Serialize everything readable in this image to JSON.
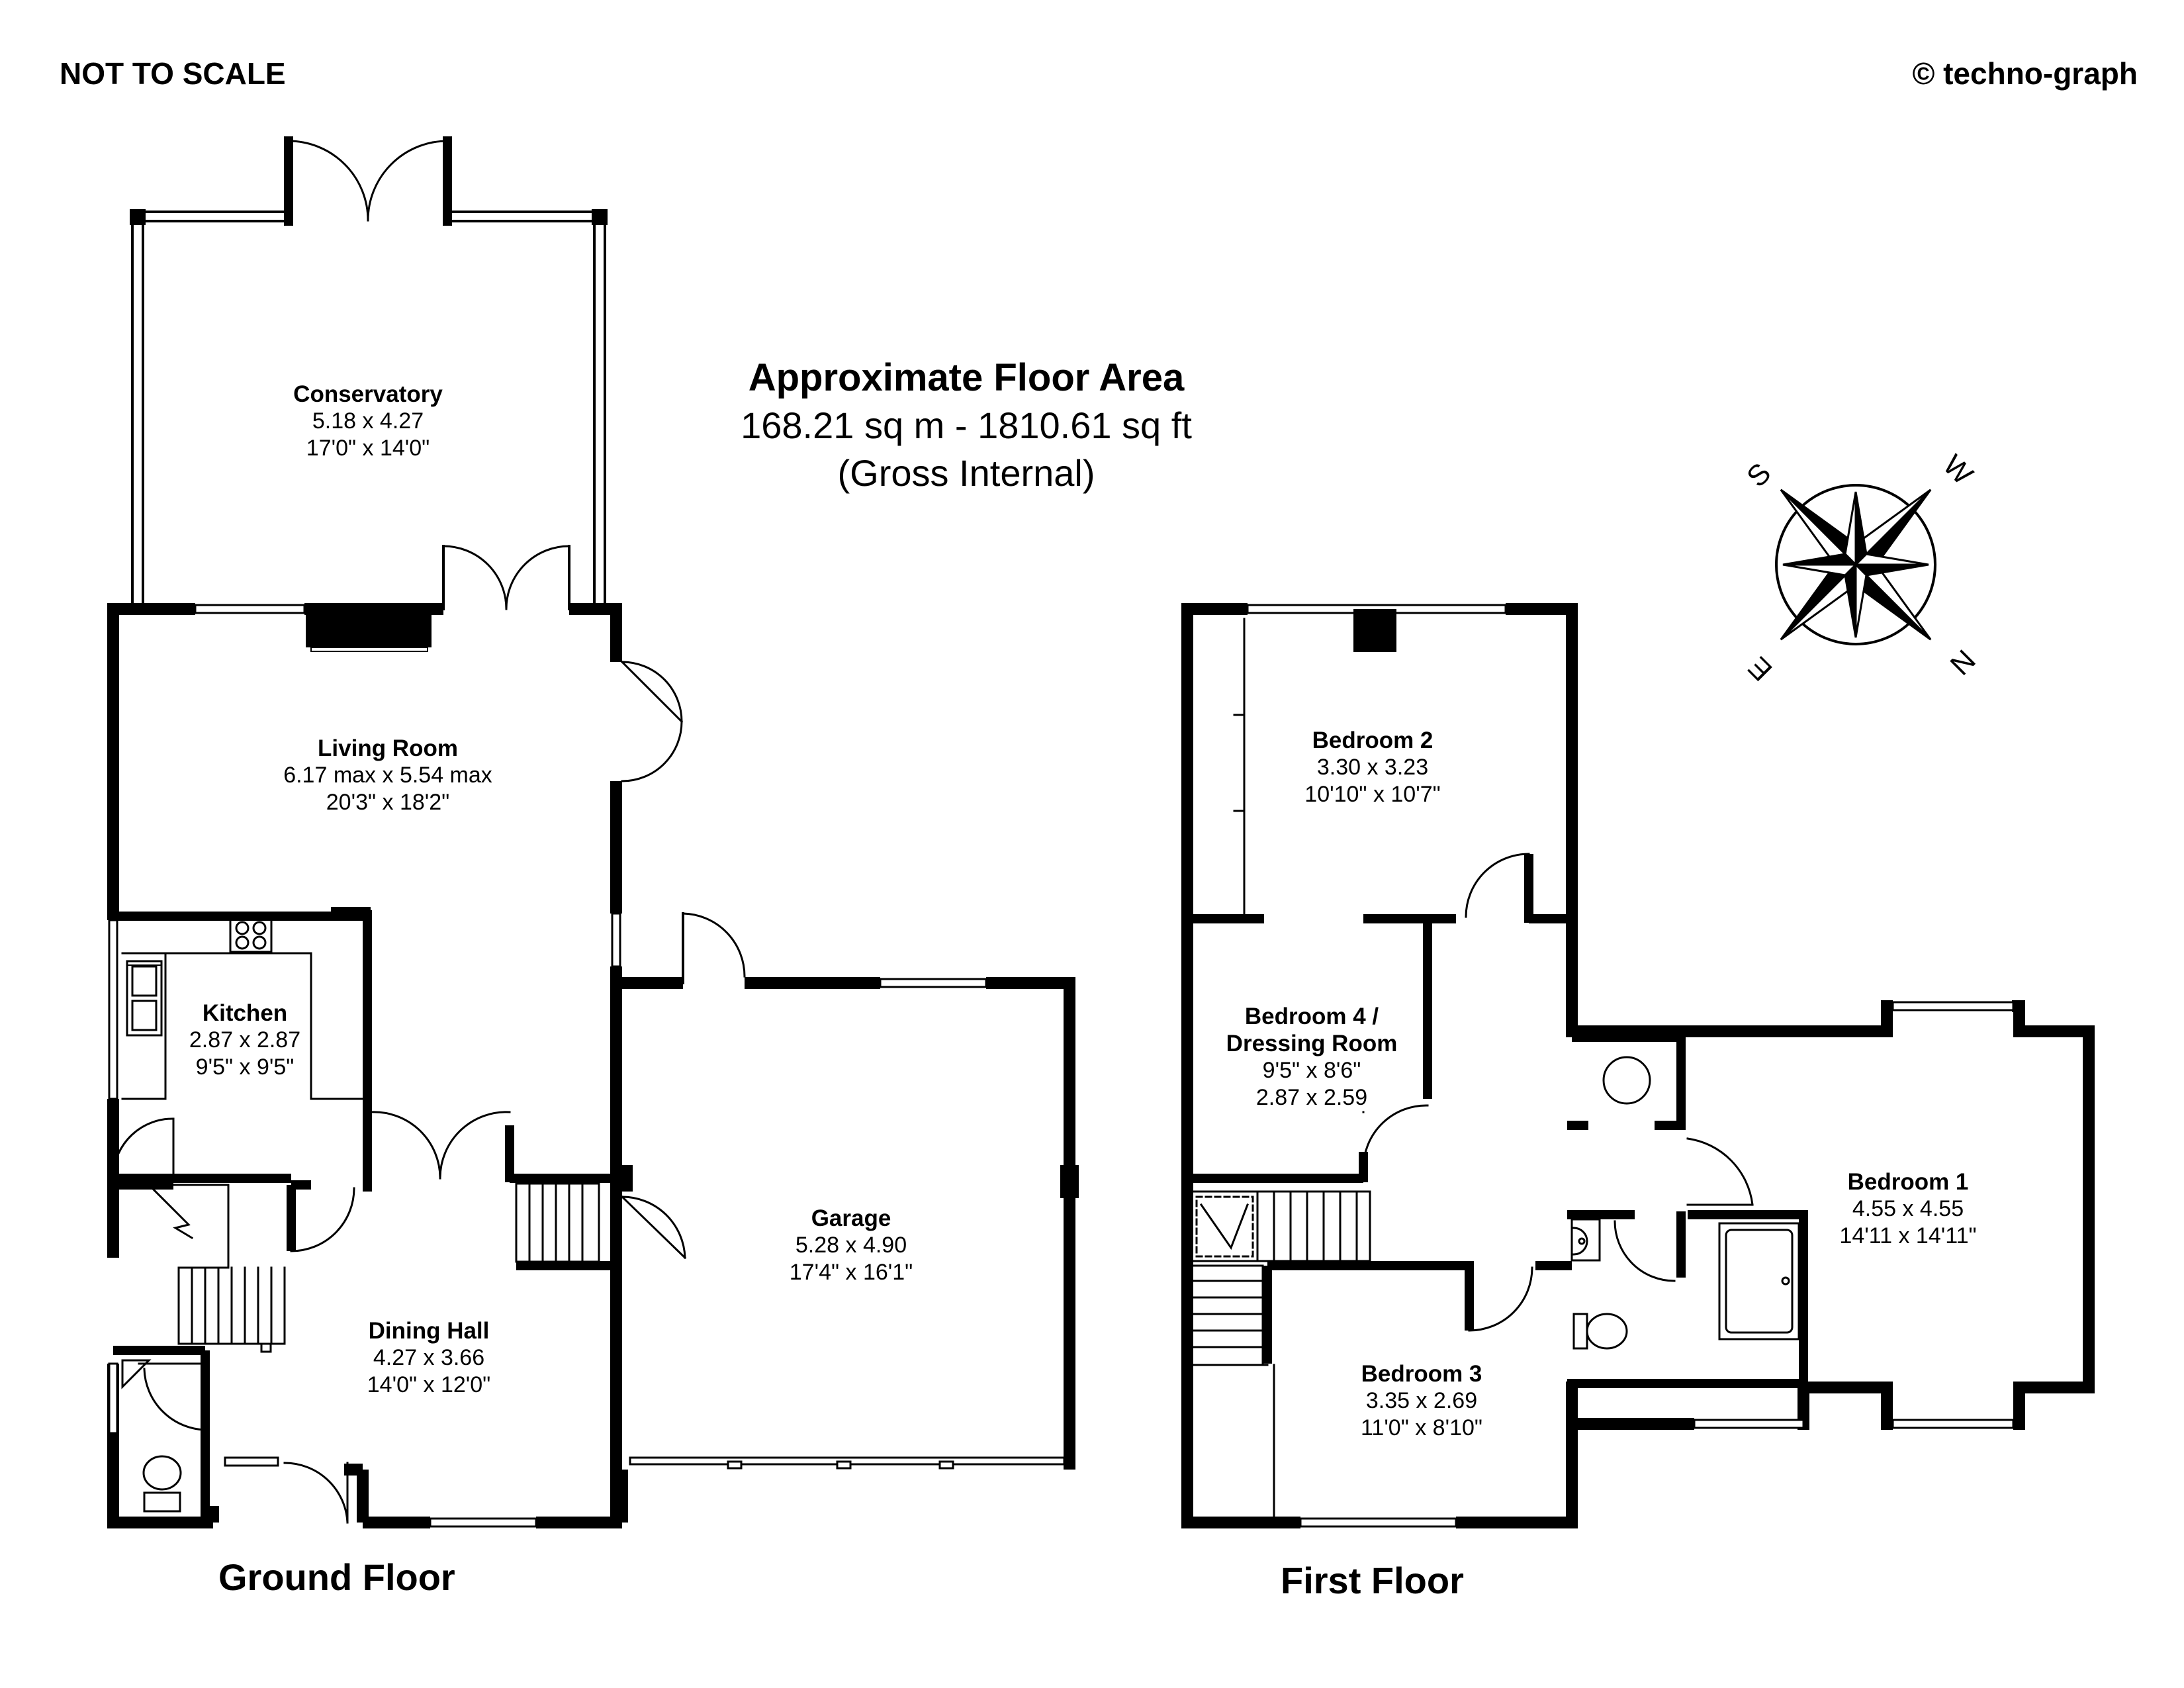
{
  "header": {
    "not_to_scale": "NOT TO SCALE",
    "copyright": "© techno-graph"
  },
  "area": {
    "title": "Approximate Floor Area",
    "metric_imperial": "168.21 sq m - 1810.61 sq ft",
    "note": "(Gross Internal)"
  },
  "floors": {
    "ground": "Ground Floor",
    "first": "First Floor"
  },
  "rooms": {
    "conservatory": {
      "name": "Conservatory",
      "metric": "5.18 x 4.27",
      "imperial": "17'0\" x 14'0\""
    },
    "living_room": {
      "name": "Living Room",
      "metric": "6.17 max x 5.54 max",
      "imperial": "20'3\" x 18'2\""
    },
    "kitchen": {
      "name": "Kitchen",
      "metric": "2.87 x 2.87",
      "imperial": "9'5\" x 9'5\""
    },
    "dining_hall": {
      "name": "Dining Hall",
      "metric": "4.27 x 3.66",
      "imperial": "14'0\" x 12'0\""
    },
    "garage": {
      "name": "Garage",
      "metric": "5.28 x 4.90",
      "imperial": "17'4\" x 16'1\""
    },
    "bedroom_2": {
      "name": "Bedroom 2",
      "metric": "3.30 x 3.23",
      "imperial": "10'10\" x 10'7\""
    },
    "bedroom_4": {
      "name": "Bedroom 4 /",
      "name2": "Dressing Room",
      "imperial": "9'5\" x 8'6\"",
      "metric": "2.87 x 2.59"
    },
    "bedroom_1": {
      "name": "Bedroom 1",
      "metric": "4.55 x 4.55",
      "imperial": "14'11 x 14'11\""
    },
    "bedroom_3": {
      "name": "Bedroom 3",
      "metric": "3.35 x 2.69",
      "imperial": "11'0\" x 8'10\""
    }
  },
  "compass": {
    "n": "N",
    "s": "S",
    "e": "E",
    "w": "W"
  }
}
